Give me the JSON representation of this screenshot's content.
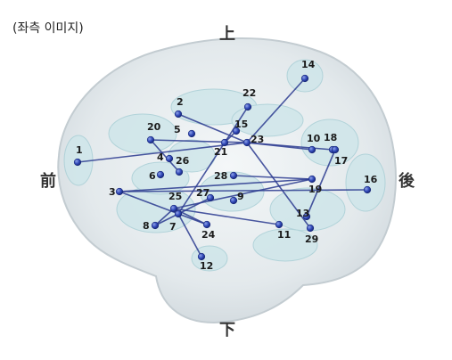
{
  "caption": "(좌측 이미지)",
  "directions": {
    "top": "上",
    "bottom": "下",
    "front": "前",
    "back": "後"
  },
  "node_labels": [
    "1",
    "2",
    "3",
    "4",
    "5",
    "6",
    "7",
    "8",
    "9",
    "10",
    "11",
    "12",
    "13",
    "14",
    "15",
    "16",
    "17",
    "18",
    "19",
    "20",
    "21",
    "22",
    "23",
    "24",
    "25",
    "26",
    "27",
    "28",
    "29"
  ],
  "connections": [
    [
      "1",
      "23"
    ],
    [
      "2",
      "23"
    ],
    [
      "3",
      "19"
    ],
    [
      "3",
      "24"
    ],
    [
      "3",
      "16"
    ],
    [
      "8",
      "27"
    ],
    [
      "8",
      "25"
    ],
    [
      "14",
      "23"
    ],
    [
      "20",
      "26"
    ],
    [
      "20",
      "23"
    ],
    [
      "23",
      "29"
    ],
    [
      "23",
      "17"
    ],
    [
      "23",
      "10"
    ],
    [
      "25",
      "11"
    ],
    [
      "25",
      "24"
    ],
    [
      "25",
      "19"
    ],
    [
      "22",
      "7"
    ],
    [
      "28",
      "19"
    ],
    [
      "13",
      "18"
    ],
    [
      "7",
      "12"
    ],
    [
      "21",
      "15"
    ]
  ]
}
